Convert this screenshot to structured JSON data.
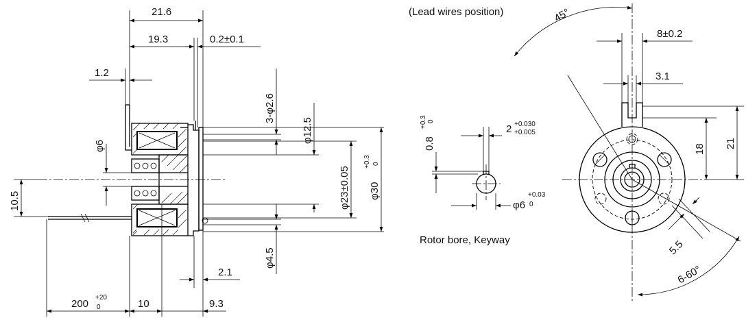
{
  "side_view": {
    "dim_overall": "21.6",
    "dim_body": "19.3",
    "dim_plate": "0.2±0.1",
    "dim_flange": "1.2",
    "dim_bore": "φ6",
    "dim_center_height": "10.5",
    "dim_holes": "3-φ2.6",
    "dim_d125": "φ12.5",
    "dim_d23": "φ23±0.05",
    "dim_d30": "φ30",
    "dim_d30_tol_upper": "+0.3",
    "dim_d30_tol_lower": "0",
    "dim_d45": "φ4.5",
    "dim_21": "2.1",
    "dim_lead": "200",
    "dim_lead_tol_upper": "+20",
    "dim_lead_tol_lower": "0",
    "dim_10": "10",
    "dim_93": "9.3"
  },
  "keyway_detail": {
    "caption": "Rotor bore, Keyway",
    "dim_key_depth": "0.8",
    "dim_key_depth_tol_upper": "+0.3",
    "dim_key_depth_tol_lower": "0",
    "dim_key_width": "2",
    "dim_key_width_tol_upper": "+0.030",
    "dim_key_width_tol_lower": "+0.005",
    "dim_bore": "φ6",
    "dim_bore_tol_upper": "+0.03",
    "dim_bore_tol_lower": "0"
  },
  "front_view": {
    "caption": "(Lead wires position)",
    "angle_lead": "45°",
    "dim_8": "8±0.2",
    "dim_31": "3.1",
    "dim_18": "18",
    "dim_21": "21",
    "dim_55": "5.5",
    "angle_pitch": "6-60°"
  }
}
